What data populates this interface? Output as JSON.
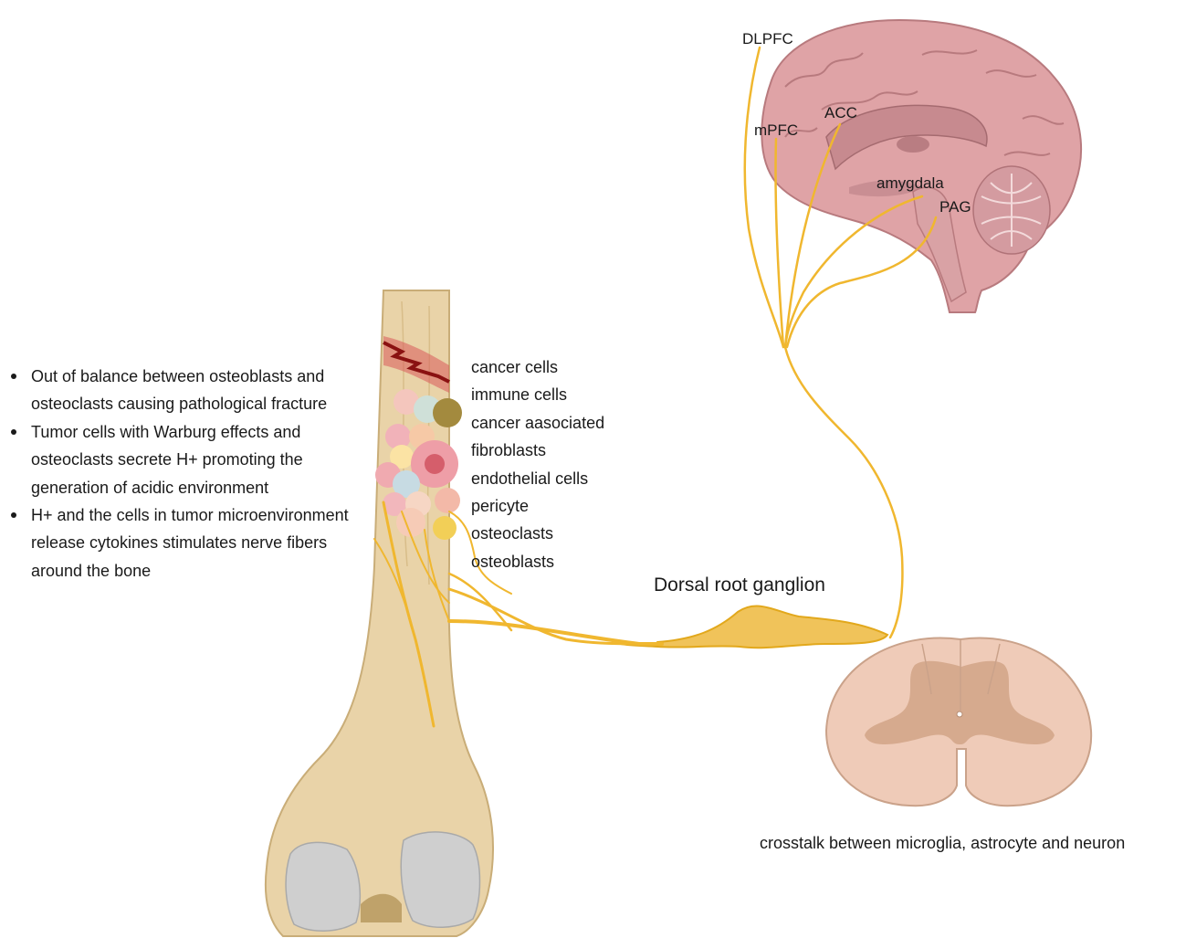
{
  "brain_labels": {
    "dlpfc": "DLPFC",
    "mpfc": "mPFC",
    "acc": "ACC",
    "amygdala": "amygdala",
    "pag": "PAG"
  },
  "bone_effects": [
    "Out of balance between osteoblasts and osteoclasts causing pathological fracture",
    "Tumor cells with Warburg effects and osteoclasts secrete H+ promoting the generation of acidic environment",
    "H+ and the cells in tumor microenvironment release cytokines stimulates  nerve fibers around the bone"
  ],
  "tumor_microenvironment_cells": [
    "cancer cells",
    "immune cells",
    "cancer aasociated",
    "fibroblasts",
    "endothelial cells",
    "pericyte",
    "osteoclasts",
    "osteoblasts"
  ],
  "dorsal_root_ganglion_label": "Dorsal root ganglion",
  "spinal_cord_caption": "crosstalk between microglia, astrocyte and neuron",
  "colors": {
    "nerve": "#f0b72f",
    "bone": "#e9d3a8",
    "brain": "#dfa3a6",
    "spinal_cord": "#efcbb8",
    "grey_matter": "#d6aa8e"
  }
}
